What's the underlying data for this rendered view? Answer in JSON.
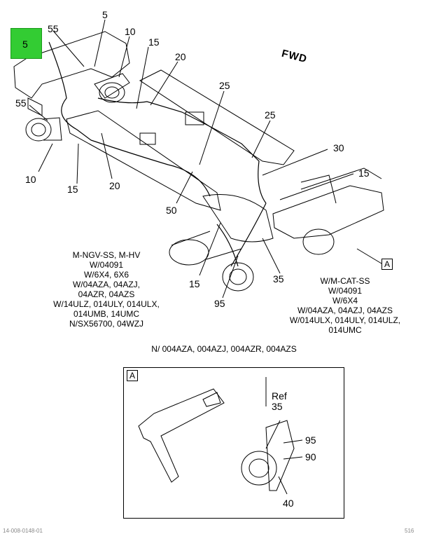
{
  "highlight_callout": "5",
  "direction_label": "FWD",
  "callouts": {
    "c5_top": "5",
    "c55_top": "55",
    "c10_top": "10",
    "c15_top": "15",
    "c20_top": "20",
    "c55_left": "55",
    "c25_upper": "25",
    "c25_right": "25",
    "c30": "30",
    "c15_right": "15",
    "c10_left": "10",
    "c15_left": "15",
    "c20_mid": "20",
    "c50": "50",
    "c15_bottom": "15",
    "c95": "95",
    "c35": "35"
  },
  "view_tag": "A",
  "note_left": [
    "M-NGV-SS, M-HV",
    "W/04091",
    "W/6X4, 6X6",
    "W/04AZA, 04AZJ,",
    "04AZR, 04AZS",
    "W/14ULZ, 014ULY, 014ULX,",
    "014UMB, 14UMC",
    "N/SX56700, 04WZJ"
  ],
  "note_right": [
    "W/M-CAT-SS",
    "W/04091",
    "W/6X4",
    "W/04AZA, 04AZJ, 04AZS",
    "W/014ULX, 014ULY, 014ULZ,",
    "014UMC"
  ],
  "note_bottom": "N/ 004AZA, 004AZJ, 004AZR, 004AZS",
  "detail": {
    "tag": "A",
    "ref_label": "Ref",
    "ref_number": "35",
    "c95": "95",
    "c90": "90",
    "c40": "40"
  },
  "footer_left": "14-008-0148-01",
  "footer_right": "516"
}
